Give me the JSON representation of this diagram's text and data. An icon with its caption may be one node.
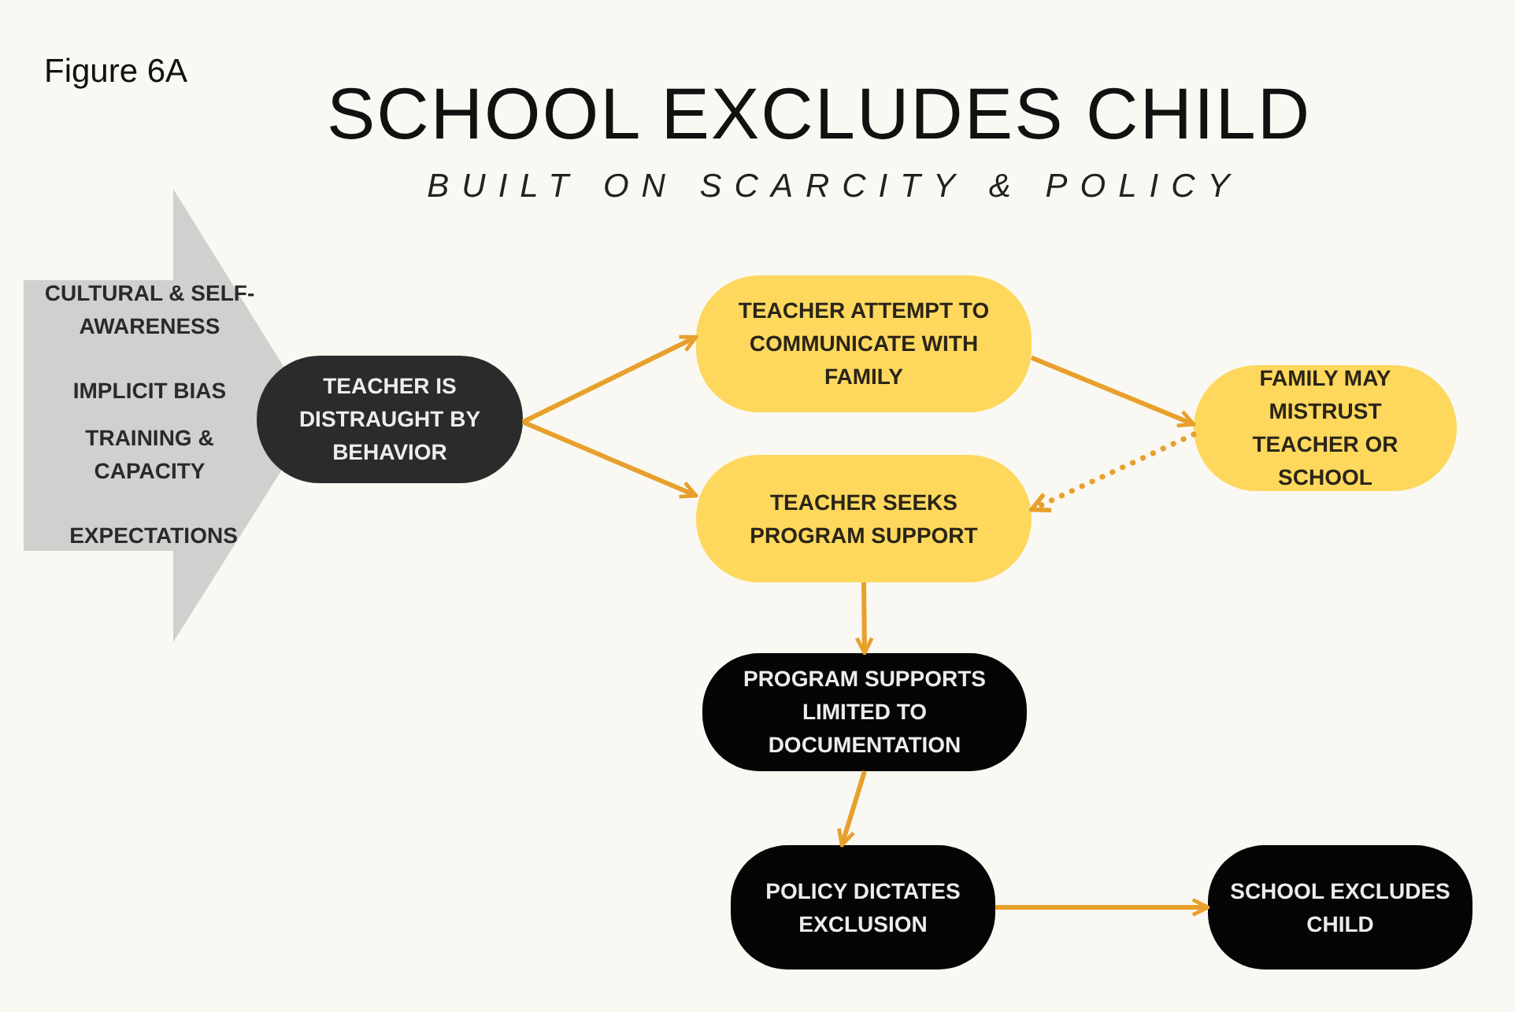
{
  "diagram": {
    "title": "SCHOOL EXCLUDES CHILD",
    "nodes": [
      {
        "text": [
          "CULTURAL & SELF-AWARENESS",
          "IMPLICIT BIAS",
          "TRAINING & CAPACITY",
          "EXPECTATIONS"
        ]
      },
      {
        "text": [
          "TEACHER IS DISTRAUGHT BY BEHAVIOR"
        ]
      },
      {
        "text": [
          "TEACHER ATTEMPT TO COMMUNICATE WITH FAMILY"
        ]
      },
      {
        "text": [
          "TEACHER SEEKS PROGRAM SUPPORT"
        ]
      },
      {
        "text": [
          "FAMILY MAY MISTRUST TEACHER OR SCHOOL"
        ]
      },
      {
        "text": [
          "PROGRAM SUPPORTS LIMITED TO DOCUMENTATION"
        ]
      },
      {
        "text": [
          "POLICY DICTATES EXCLUSION"
        ]
      },
      {
        "text": [
          "SCHOOL EXCLUDES CHILD"
        ]
      }
    ],
    "edges": [
      {
        "from": 1,
        "to": 2,
        "arrow": "to"
      },
      {
        "from": 1,
        "to": 3,
        "arrow": "to"
      },
      {
        "from": 2,
        "to": 4,
        "arrow": "to"
      },
      {
        "from": 4,
        "to": 3,
        "arrow": "to",
        "style": "dashed"
      },
      {
        "from": 3,
        "to": 5,
        "arrow": "to"
      },
      {
        "from": 5,
        "to": 6,
        "arrow": "to"
      },
      {
        "from": 6,
        "to": 7,
        "arrow": "to"
      }
    ],
    "labels": [
      "Figure 6A",
      "BUILT ON SCARCITY & POLICY"
    ]
  }
}
